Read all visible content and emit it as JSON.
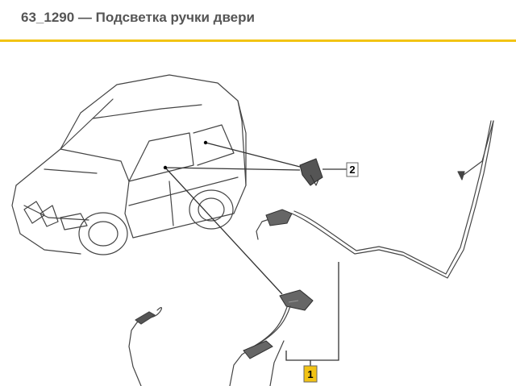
{
  "header": {
    "title": "63_1290 — Подсветка ручки двери"
  },
  "diagram": {
    "callouts": [
      {
        "id": "callout-1",
        "label": "1",
        "highlighted": true
      },
      {
        "id": "callout-2",
        "label": "2",
        "highlighted": false
      }
    ],
    "colors": {
      "accent": "#f2c314",
      "line": "#333333",
      "text": "#555555"
    }
  }
}
